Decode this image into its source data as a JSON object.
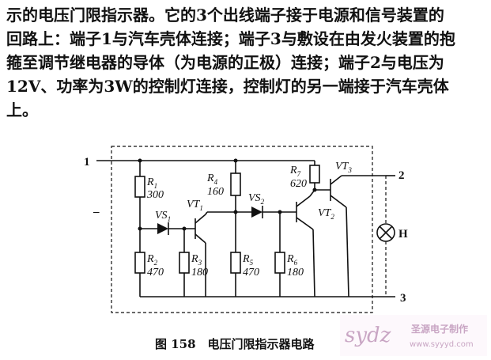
{
  "paragraph": [
    "示的电压门限指示器。它的3个出线端子接于电源和信号装置的",
    "回路上：端子1与汽车壳体连接；端子3与敷设在由发火装置的抱",
    "箍至调节继电器的导体（为电源的正极）连接；端子2与电压为",
    "12V、功率为3W的控制灯连接，控制灯的另一端接于汽车壳体",
    "上。"
  ],
  "circuit": {
    "terminals": {
      "t1": "1",
      "t2": "2",
      "t3": "3"
    },
    "minus": "–",
    "resistors": {
      "r1": {
        "name": "R",
        "sub": "1",
        "value": "300"
      },
      "r2": {
        "name": "R",
        "sub": "2",
        "value": "470"
      },
      "r3": {
        "name": "R",
        "sub": "3",
        "value": "180"
      },
      "r4": {
        "name": "R",
        "sub": "4",
        "value": "160"
      },
      "r5": {
        "name": "R",
        "sub": "5",
        "value": "470"
      },
      "r6": {
        "name": "R",
        "sub": "6",
        "value": "180"
      },
      "r7": {
        "name": "R",
        "sub": "7",
        "value": "620"
      }
    },
    "diodes": {
      "vs1": {
        "name": "VS",
        "sub": "1"
      },
      "vs2": {
        "name": "VS",
        "sub": "2"
      }
    },
    "transistors": {
      "vt1": {
        "name": "VT",
        "sub": "1"
      },
      "vt2": {
        "name": "VT",
        "sub": "2"
      },
      "vt3": {
        "name": "VT",
        "sub": "3"
      }
    },
    "lamp": "H"
  },
  "caption": "图 158　电压门限指示器电路",
  "watermark": {
    "logo": "sydz",
    "name": "圣源电子制作",
    "url": "www.syyyd.com"
  }
}
